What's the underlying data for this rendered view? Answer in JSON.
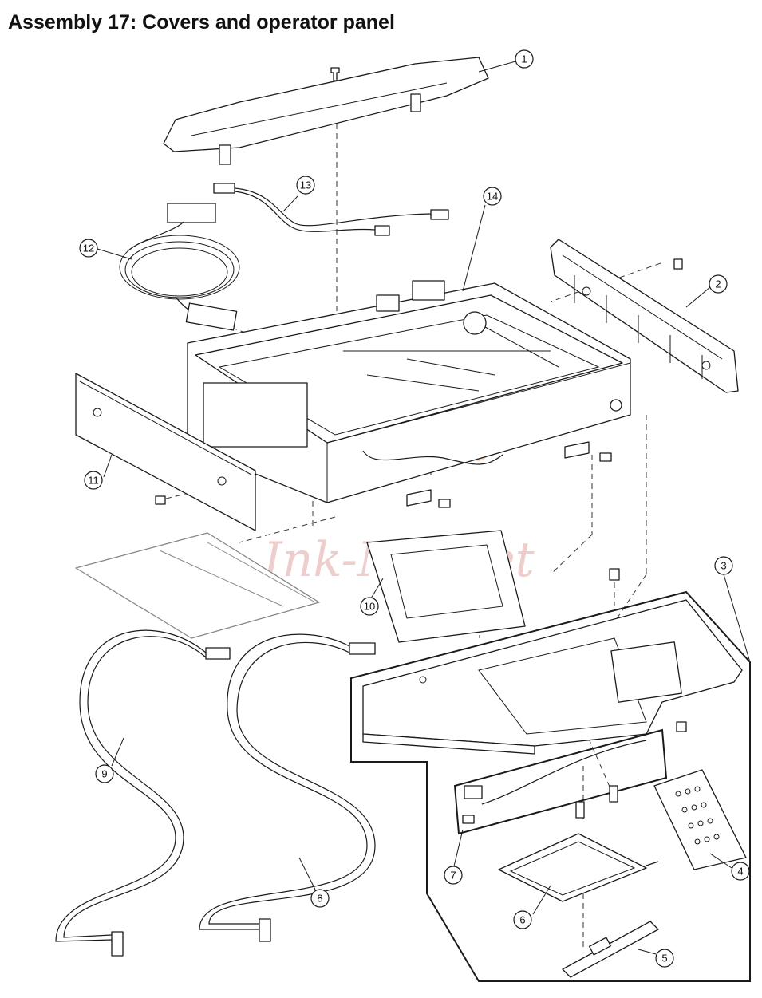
{
  "title": "Assembly 17:  Covers and operator panel",
  "watermark": {
    "text": "Ink-Market",
    "color": "#e8b8b8"
  },
  "callouts": [
    "1",
    "2",
    "3",
    "4",
    "5",
    "6",
    "7",
    "8",
    "9",
    "10",
    "11",
    "12",
    "13",
    "14"
  ],
  "colors": {
    "line": "#1a1a1a",
    "background": "#ffffff"
  }
}
